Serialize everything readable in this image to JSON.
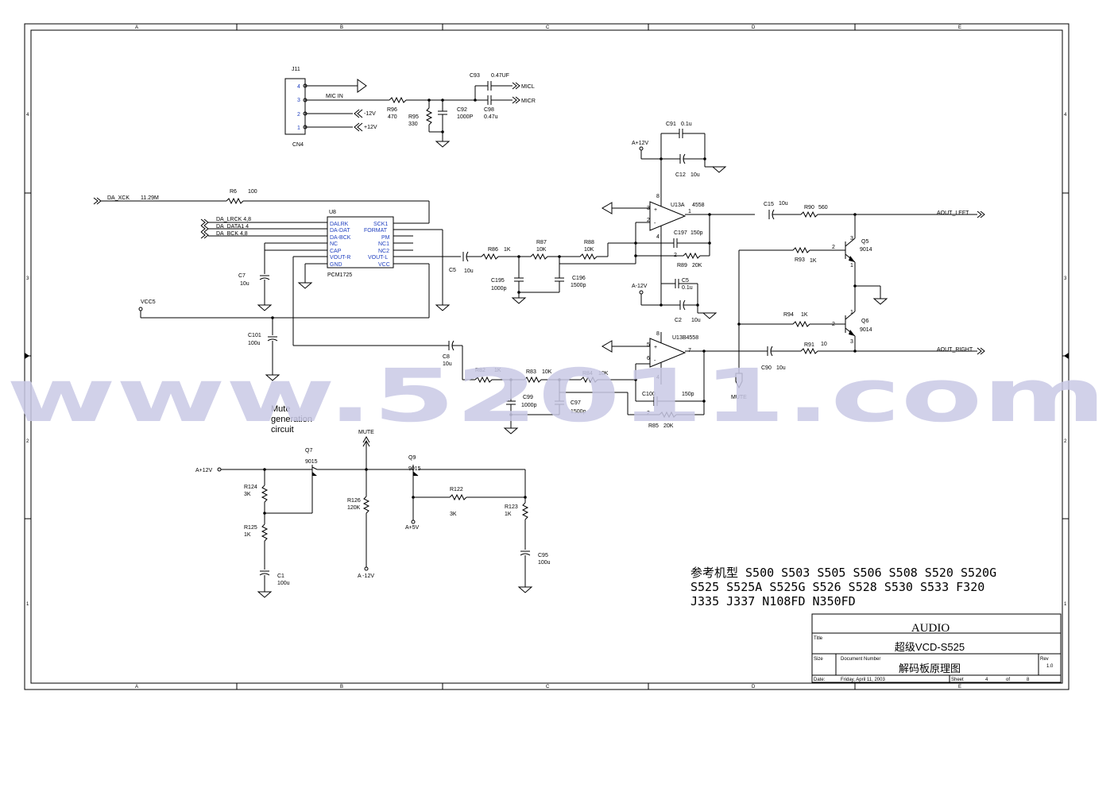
{
  "border": {
    "columns": [
      "A",
      "B",
      "C",
      "D",
      "E"
    ],
    "rows": [
      "4",
      "3",
      "2",
      "1"
    ]
  },
  "watermark": "www.52011.com",
  "connector": {
    "ref": "J11",
    "name": "CN4",
    "pins": [
      "4",
      "3",
      "2",
      "1"
    ]
  },
  "net_labels": {
    "mic_in": "MIC IN",
    "micl": "MICL",
    "micr": "MICR",
    "neg12": "-12V",
    "pos12": "+12V",
    "da_xck": "DA_XCK",
    "freq": "11.29M",
    "lrck": "DA_LRCK 4,8",
    "data": "DA_DATA1 4",
    "bck": "DA_BCK 4,8",
    "vcc5": "VCC5",
    "a12_top": "A+12V",
    "a_12_mid": "A-12V",
    "aout_left": "AOUT_LEFT",
    "aout_right": "AOUT_RIGHT",
    "mute_bottom": "MUTE",
    "mute_top": "MUTE",
    "a12_mute": "A+12V",
    "a5v": "A+5V",
    "a_neg12": "A -12V"
  },
  "ic_u8": {
    "ref": "U8",
    "part": "PCM1725",
    "left_pins": [
      "DALRK",
      "DA-DAT",
      "DA-BCK",
      "NC",
      "CAP",
      "VOUT-R",
      "GND"
    ],
    "right_pins": [
      "SCK1",
      "FORMAT",
      "PM",
      "NC1",
      "NC2",
      "VOUT-L",
      "VCC"
    ]
  },
  "opamps": {
    "u13a": {
      "ref": "U13A",
      "part": "4558",
      "pin_plus": "3",
      "pin_minus": "2",
      "pin_out": "1",
      "pin_v8": "8",
      "pin_v4": "4",
      "plus": "+",
      "minus": "-"
    },
    "u13b": {
      "ref": "U13B4558",
      "pin_plus": "5",
      "pin_minus": "6",
      "pin_out": "7",
      "pin_v8": "8",
      "pin_v4": "4",
      "plus": "+",
      "minus": "-"
    }
  },
  "components": {
    "r96": [
      "R96",
      "470"
    ],
    "r95": [
      "R95",
      "330"
    ],
    "c93": [
      "C93",
      "0.47UF"
    ],
    "c92": [
      "C92",
      "1000P"
    ],
    "c98": [
      "C98",
      "0.47u"
    ],
    "r6": [
      "R6",
      "100"
    ],
    "c7": [
      "C7",
      "10u"
    ],
    "c101": [
      "C101",
      "100u"
    ],
    "c91": [
      "C91",
      "0.1u"
    ],
    "c12": [
      "C12",
      "10u"
    ],
    "c15": [
      "C15",
      "10u"
    ],
    "r90": [
      "R90",
      "560"
    ],
    "r86": [
      "R86",
      "1K"
    ],
    "r87": [
      "R87",
      "10K"
    ],
    "r88": [
      "R88",
      "10K"
    ],
    "c5": [
      "C5",
      "10u"
    ],
    "c195": [
      "C195",
      "1000p"
    ],
    "c196": [
      "C196",
      "1500p"
    ],
    "c197": [
      "C197",
      "150p"
    ],
    "r89": [
      "R89",
      "20K"
    ],
    "c5b": [
      "C5",
      "0.1u"
    ],
    "c2": [
      "C2",
      "10u"
    ],
    "r93": [
      "R93",
      "1K"
    ],
    "r94": [
      "R94",
      "1K"
    ],
    "q5": [
      "Q5",
      "9014"
    ],
    "q6": [
      "Q6",
      "9014"
    ],
    "c8": [
      "C8",
      "10u"
    ],
    "r82": [
      "R82",
      "1K"
    ],
    "r83": [
      "R83",
      "10K"
    ],
    "r84": [
      "R84",
      "10K"
    ],
    "c99": [
      "C99",
      "1000p"
    ],
    "c97": [
      "C97",
      "1500p"
    ],
    "c100": [
      "C100",
      "150p"
    ],
    "r85": [
      "R85",
      "20K"
    ],
    "r91": [
      "R91",
      "10"
    ],
    "c90": [
      "C90",
      "10u"
    ],
    "q7": [
      "Q7",
      "9015"
    ],
    "q9": [
      "Q9",
      "9015"
    ],
    "r124": [
      "R124",
      "3K"
    ],
    "r125": [
      "R125",
      "1K"
    ],
    "c1": [
      "C1",
      "100u"
    ],
    "r126": [
      "R126",
      "120K"
    ],
    "r122": [
      "R122",
      "3K"
    ],
    "r123": [
      "R123",
      "1K"
    ],
    "c95": [
      "C95",
      "100u"
    ]
  },
  "pin_numbers": {
    "one": "1",
    "two": "2",
    "three": "3"
  },
  "mute_caption": [
    "Mute",
    "generation",
    "circuit"
  ],
  "reference_models": [
    "参考机型  S500 S503 S505 S506 S508 S520 S520G",
    "S525 S525A S525G S526 S528 S530 S533 F320",
    "J335 J337 N108FD N350FD"
  ],
  "title_block": {
    "heading": "AUDIO",
    "title_label": "Title",
    "title": "超级VCD-S525",
    "size_label": "Size",
    "docnum_label": "Document Number",
    "docnum": "解码板原理图",
    "rev_label": "Rev",
    "rev": "1.0",
    "date_label": "Date:",
    "date": "Friday, April 11, 2003",
    "sheet_label": "Sheet",
    "sheet": "4",
    "of_label": "of",
    "of": "8"
  }
}
